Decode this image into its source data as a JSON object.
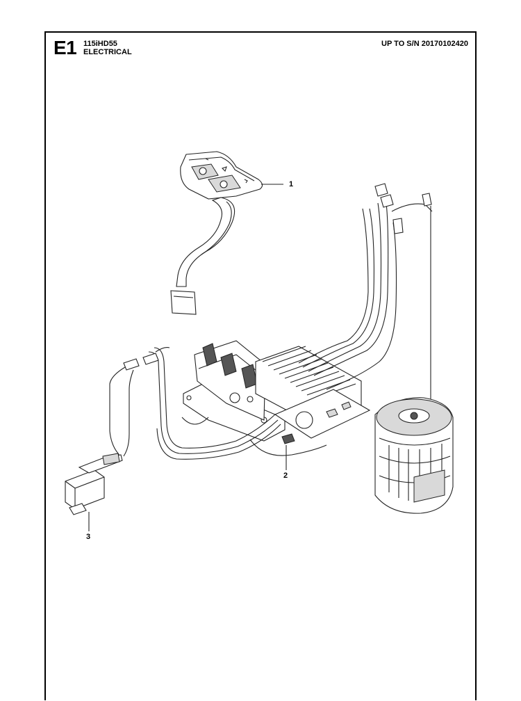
{
  "header": {
    "section_code": "E1",
    "model": "115iHD55",
    "section_name": "ELECTRICAL",
    "serial_range": "UP TO S/N 20170102420"
  },
  "callouts": [
    {
      "id": "1",
      "label": "1"
    },
    {
      "id": "2",
      "label": "2"
    },
    {
      "id": "3",
      "label": "3"
    }
  ],
  "parts": [
    {
      "callout": "1",
      "icon": "keypad-with-ribbon-cable"
    },
    {
      "callout": "2",
      "icon": "control-board-with-wiring-harness"
    },
    {
      "callout": "3",
      "icon": "microswitch"
    }
  ],
  "colors": {
    "line": "#222222",
    "background": "#ffffff",
    "shade": "#d9d9d9"
  }
}
